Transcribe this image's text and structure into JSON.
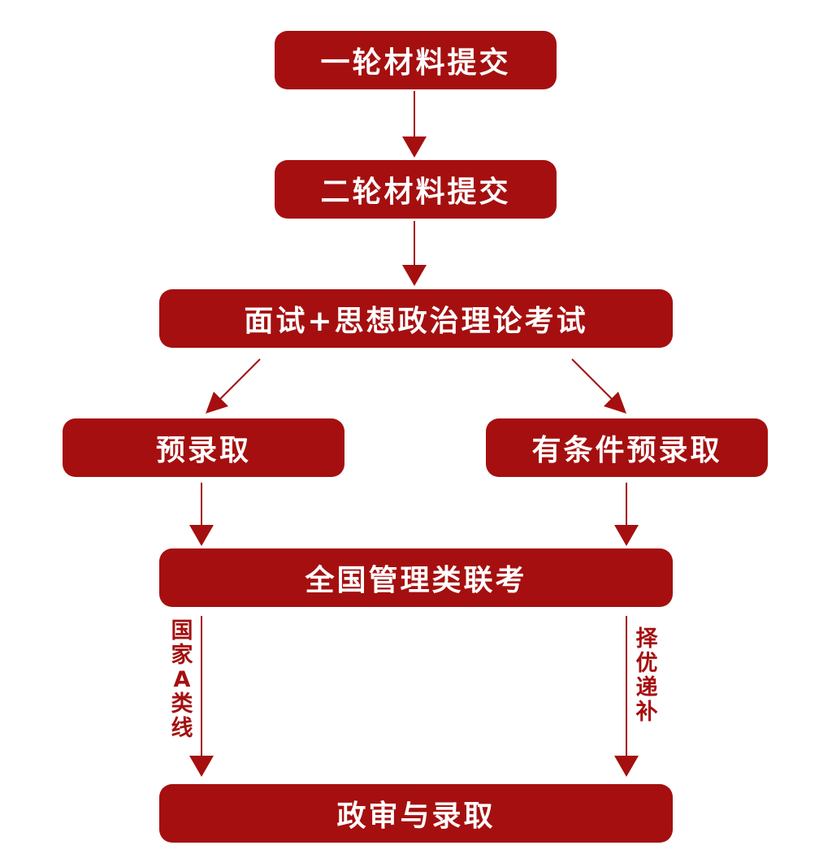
{
  "colors": {
    "accent": "#a50f0f",
    "node_text": "#ffffff",
    "background": "#ffffff"
  },
  "nodes": {
    "round1": "一轮材料提交",
    "round2": "二轮材料提交",
    "interview": "面试+思想政治理论考试",
    "pre_admission": "预录取",
    "conditional_pre_admission": "有条件预录取",
    "national_exam": "全国管理类联考",
    "final": "政审与录取"
  },
  "edge_labels": {
    "left": "国家A类线",
    "right": "择优递补"
  }
}
